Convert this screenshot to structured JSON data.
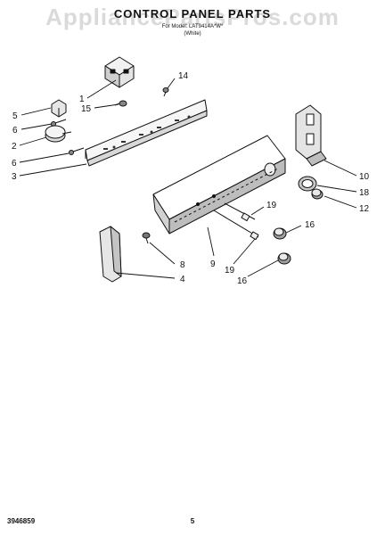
{
  "header": {
    "title": "CONTROL PANEL PARTS",
    "model_line": "For Model: LAT9414A*W*",
    "color_line": "(White)"
  },
  "watermark": "AppliancePartsPros.com",
  "callouts": [
    {
      "id": "1",
      "label": "1"
    },
    {
      "id": "14",
      "label": "14"
    },
    {
      "id": "15",
      "label": "15"
    },
    {
      "id": "5",
      "label": "5"
    },
    {
      "id": "6a",
      "label": "6"
    },
    {
      "id": "2",
      "label": "2"
    },
    {
      "id": "6b",
      "label": "6"
    },
    {
      "id": "3",
      "label": "3"
    },
    {
      "id": "10",
      "label": "10"
    },
    {
      "id": "18",
      "label": "18"
    },
    {
      "id": "12",
      "label": "12"
    },
    {
      "id": "19a",
      "label": "19"
    },
    {
      "id": "16a",
      "label": "16"
    },
    {
      "id": "8",
      "label": "8"
    },
    {
      "id": "9",
      "label": "9"
    },
    {
      "id": "19b",
      "label": "19"
    },
    {
      "id": "16b",
      "label": "16"
    },
    {
      "id": "4",
      "label": "4"
    }
  ],
  "footer": {
    "part_number": "3946859",
    "page": "5"
  }
}
